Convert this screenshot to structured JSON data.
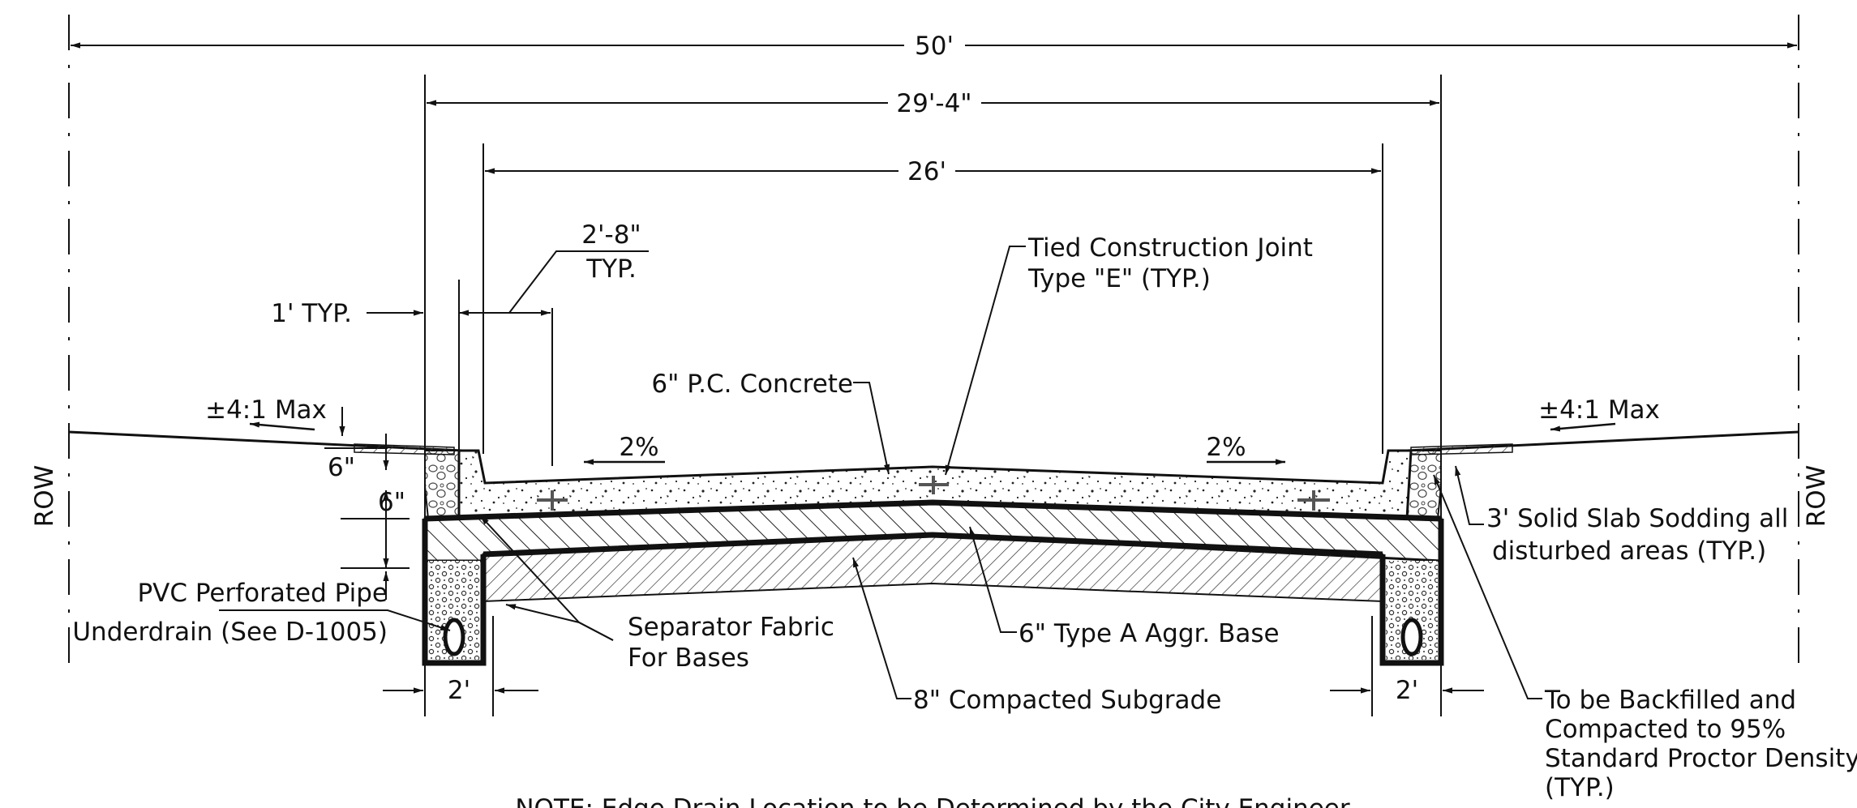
{
  "dimensions": {
    "overall": "50'",
    "curb_to_curb_back": "29'-4\"",
    "pavement": "26'",
    "gutter_top": "2'-8\"",
    "gutter_typ": "TYP.",
    "curb_offset": "1' TYP.",
    "depth_upper": "6\"",
    "depth_lower": "6\"",
    "drain_left": "2'",
    "drain_right": "2'"
  },
  "slopes": {
    "left_side": "±4:1 Max",
    "right_side": "±4:1 Max",
    "cross_left": "2%",
    "cross_right": "2%"
  },
  "row": {
    "left": "ROW",
    "right": "ROW"
  },
  "labels": {
    "tied_joint_1": "Tied Construction Joint",
    "tied_joint_2": "Type \"E\" (TYP.)",
    "concrete": "6\" P.C. Concrete",
    "sodding_1": "3' Solid Slab Sodding all",
    "sodding_2": "disturbed areas (TYP.)",
    "pipe_1": "PVC Perforated Pipe",
    "pipe_2": "Underdrain (See D-1005)",
    "fabric_1": "Separator Fabric",
    "fabric_2": "For Bases",
    "aggr_base": "6\" Type A Aggr. Base",
    "subgrade": "8\" Compacted Subgrade",
    "backfill_1": "To be Backfilled and",
    "backfill_2": "Compacted to 95%",
    "backfill_3": "Standard Proctor Density",
    "backfill_4": "(TYP.)"
  },
  "note": "NOTE: Edge Drain Location to be Determined by the City Engineer"
}
